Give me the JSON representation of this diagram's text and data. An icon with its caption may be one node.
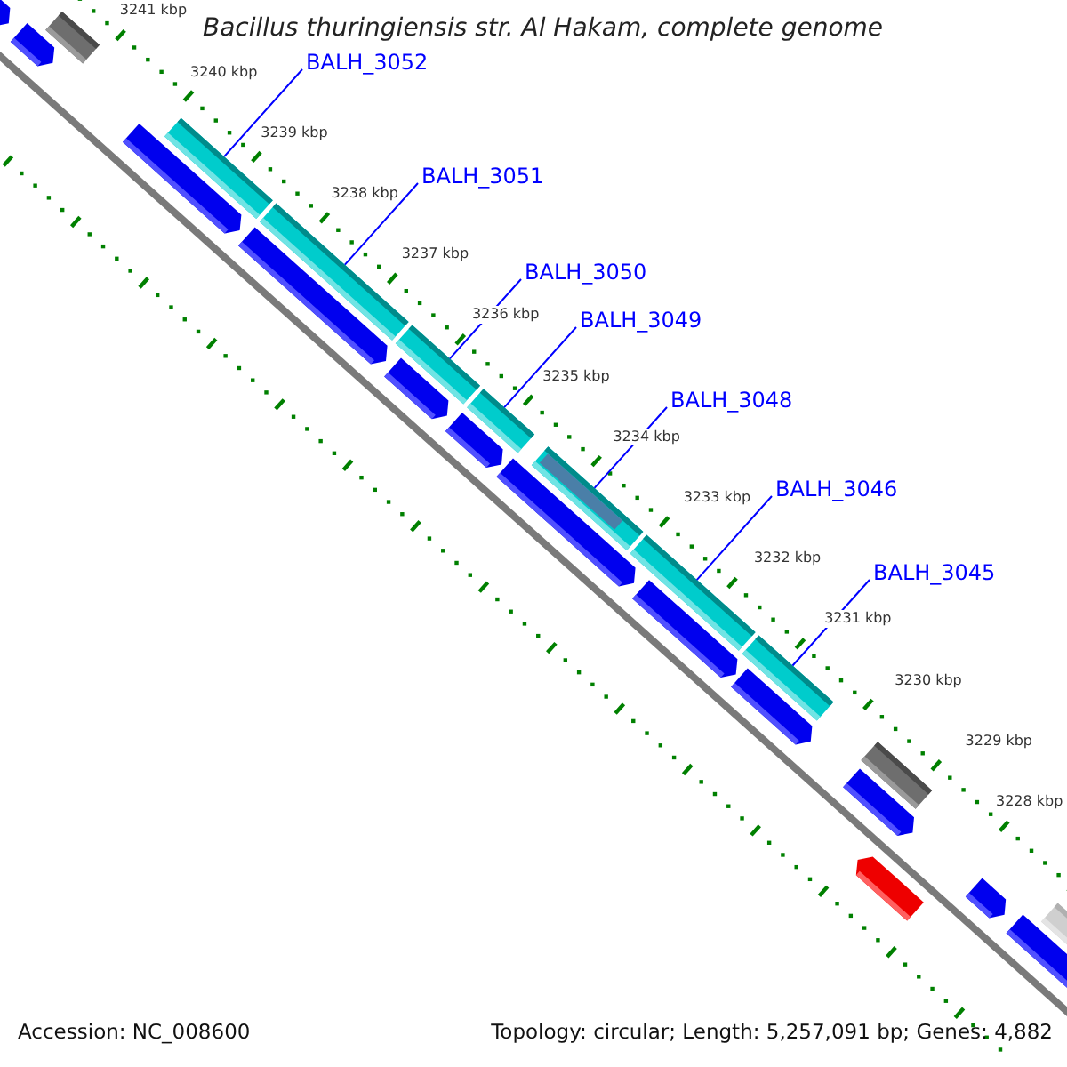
{
  "diagram": {
    "title": "Bacillus thuringiensis str. Al Hakam, complete genome",
    "nodes": [
      {
        "text": [
          "BALH_3052"
        ]
      },
      {
        "text": [
          "BALH_3051"
        ]
      },
      {
        "text": [
          "BALH_3050"
        ]
      },
      {
        "text": [
          "BALH_3049"
        ]
      },
      {
        "text": [
          "BALH_3048"
        ]
      },
      {
        "text": [
          "BALH_3046"
        ]
      },
      {
        "text": [
          "BALH_3045"
        ]
      },
      {
        "text": [],
        "shape": "bar"
      },
      {
        "text": [],
        "shape": "bar"
      },
      {
        "text": [],
        "shape": "bar"
      },
      {
        "text": [],
        "shape": "bar"
      },
      {
        "text": [],
        "shape": "bar"
      },
      {
        "text": [],
        "shape": "bar"
      },
      {
        "text": [],
        "shape": "bar"
      }
    ],
    "edges": [
      {
        "from": 0,
        "to": 7,
        "arrow": "none"
      },
      {
        "from": 1,
        "to": 8,
        "arrow": "none"
      },
      {
        "from": 2,
        "to": 9,
        "arrow": "none"
      },
      {
        "from": 3,
        "to": 10,
        "arrow": "none"
      },
      {
        "from": 4,
        "to": 11,
        "arrow": "none"
      },
      {
        "from": 5,
        "to": 12,
        "arrow": "none"
      },
      {
        "from": 6,
        "to": 13,
        "arrow": "none"
      }
    ],
    "labels": [
      "3241 kbp",
      "3240 kbp",
      "3239 kbp",
      "3238 kbp",
      "3237 kbp",
      "3236 kbp",
      "3235 kbp",
      "3234 kbp",
      "3233 kbp",
      "3232 kbp",
      "3231 kbp",
      "3230 kbp",
      "3229 kbp",
      "3228 kbp",
      "Accession: NC_008600",
      "Topology: circular; Length: 5,257,091 bp; Genes: 4,882"
    ]
  }
}
